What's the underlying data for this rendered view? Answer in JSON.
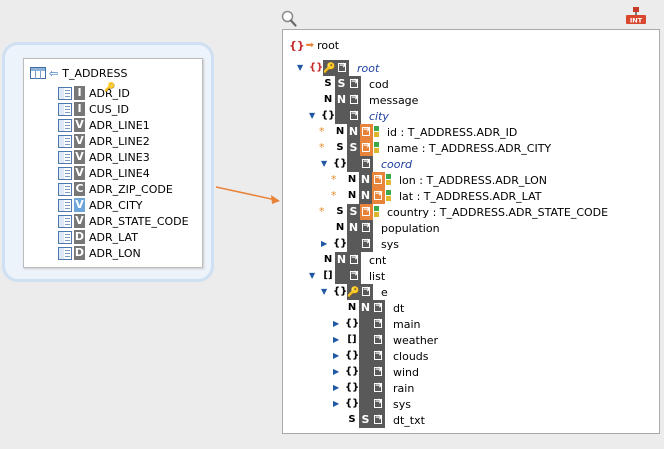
{
  "table": {
    "name": "T_ADDRESS",
    "columns": [
      {
        "name": "ADR_ID",
        "type": "I",
        "key": true
      },
      {
        "name": "CUS_ID",
        "type": "I",
        "key": false
      },
      {
        "name": "ADR_LINE1",
        "type": "V",
        "key": false
      },
      {
        "name": "ADR_LINE2",
        "type": "V",
        "key": false
      },
      {
        "name": "ADR_LINE3",
        "type": "V",
        "key": false
      },
      {
        "name": "ADR_LINE4",
        "type": "V",
        "key": false
      },
      {
        "name": "ADR_ZIP_CODE",
        "type": "C",
        "key": false
      },
      {
        "name": "ADR_CITY",
        "type": "V",
        "key": false,
        "selected": true
      },
      {
        "name": "ADR_STATE_CODE",
        "type": "V",
        "key": false
      },
      {
        "name": "ADR_LAT",
        "type": "D",
        "key": false
      },
      {
        "name": "ADR_LON",
        "type": "D",
        "key": false
      }
    ]
  },
  "tree": {
    "header": {
      "label": "root"
    },
    "nodes": [
      {
        "label": "root",
        "italic": true,
        "badge": "{}",
        "badge2": "key",
        "toggle": "open",
        "indent": 0,
        "star": false,
        "mapped": false
      },
      {
        "label": "cod",
        "badge": "S",
        "badge2": "S",
        "indent": 1
      },
      {
        "label": "message",
        "badge": "N",
        "badge2": "N",
        "indent": 1
      },
      {
        "label": "city",
        "italic": true,
        "badge": "{}",
        "toggle": "open",
        "indent": 1
      },
      {
        "label": "id : T_ADDRESS.ADR_ID",
        "badge": "N",
        "badge2": "N",
        "indent": 2,
        "star": true,
        "mapped": true
      },
      {
        "label": "name : T_ADDRESS.ADR_CITY",
        "badge": "S",
        "badge2": "S",
        "indent": 2,
        "star": true,
        "mapped": true
      },
      {
        "label": "coord",
        "italic": true,
        "badge": "{}",
        "toggle": "open",
        "indent": 2
      },
      {
        "label": "lon : T_ADDRESS.ADR_LON",
        "badge": "N",
        "badge2": "N",
        "indent": 3,
        "star": true,
        "mapped": true
      },
      {
        "label": "lat : T_ADDRESS.ADR_LAT",
        "badge": "N",
        "badge2": "N",
        "indent": 3,
        "star": true,
        "mapped": true
      },
      {
        "label": "country : T_ADDRESS.ADR_STATE_CODE",
        "badge": "S",
        "badge2": "S",
        "indent": 2,
        "star": true,
        "mapped": true
      },
      {
        "label": "population",
        "badge": "N",
        "badge2": "N",
        "indent": 2
      },
      {
        "label": "sys",
        "badge": "{}",
        "toggle": "closed",
        "indent": 2
      },
      {
        "label": "cnt",
        "badge": "N",
        "badge2": "N",
        "indent": 1
      },
      {
        "label": "list",
        "badge": "[]",
        "toggle": "open",
        "indent": 1
      },
      {
        "label": "e",
        "badge": "{}",
        "badge2": "key",
        "toggle": "open",
        "indent": 2
      },
      {
        "label": "dt",
        "badge": "N",
        "badge2": "N",
        "indent": 3
      },
      {
        "label": "main",
        "badge": "{}",
        "toggle": "closed",
        "indent": 3
      },
      {
        "label": "weather",
        "badge": "[]",
        "toggle": "closed",
        "indent": 3
      },
      {
        "label": "clouds",
        "badge": "{}",
        "toggle": "closed",
        "indent": 3
      },
      {
        "label": "wind",
        "badge": "{}",
        "toggle": "closed",
        "indent": 3
      },
      {
        "label": "rain",
        "badge": "{}",
        "toggle": "closed",
        "indent": 3
      },
      {
        "label": "sys",
        "badge": "{}",
        "toggle": "closed",
        "indent": 3
      },
      {
        "label": "dt_txt",
        "badge": "S",
        "badge2": "S",
        "indent": 3
      }
    ]
  },
  "colors": {
    "accent": "#e8833a",
    "dark": "#595959",
    "selected": "#6ea6d9",
    "italic_blue": "#1d3fa0"
  }
}
